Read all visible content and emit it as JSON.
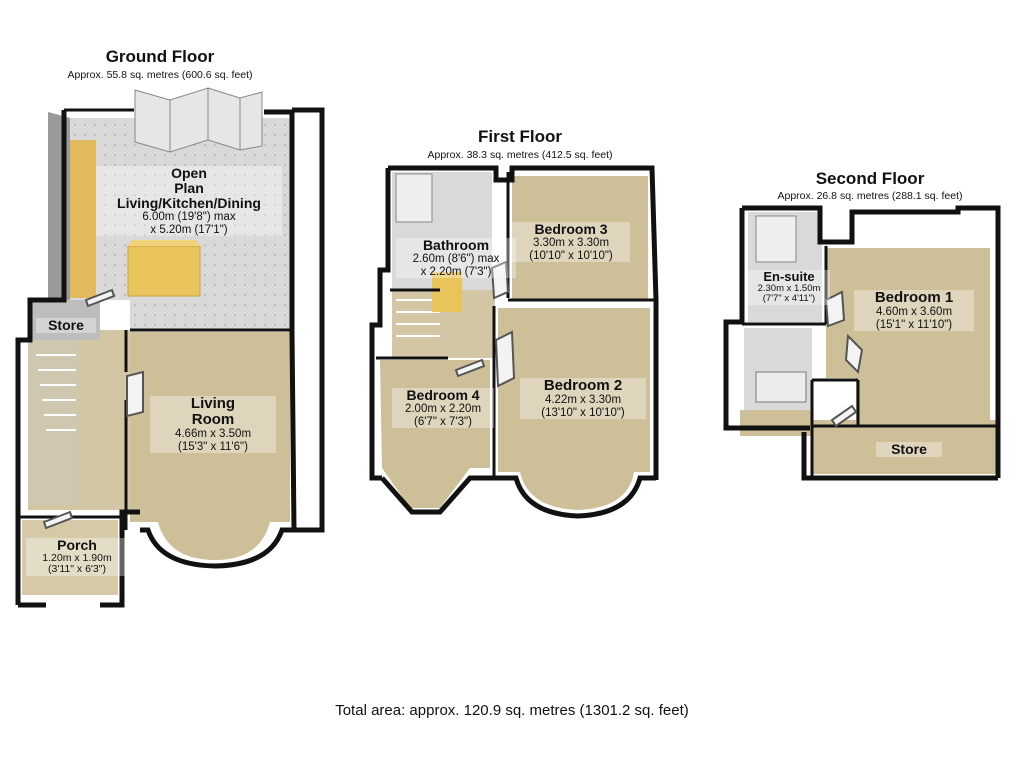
{
  "floors": {
    "ground": {
      "title": "Ground Floor",
      "area": "Approx. 55.8 sq. metres (600.6 sq. feet)",
      "rooms": {
        "open_plan": {
          "name_1": "Open",
          "name_2": "Plan",
          "name_3": "Living/Kitchen/Dining",
          "metric_1": "6.00m (19'8\") max",
          "metric_2": "x 5.20m (17'1\")"
        },
        "store": {
          "name": "Store"
        },
        "living": {
          "name_1": "Living",
          "name_2": "Room",
          "metric": "4.66m x 3.50m",
          "imperial": "(15'3\" x 11'6\")"
        },
        "porch": {
          "name": "Porch",
          "metric": "1.20m x 1.90m",
          "imperial": "(3'11\" x 6'3\")"
        }
      }
    },
    "first": {
      "title": "First Floor",
      "area": "Approx. 38.3 sq. metres (412.5 sq. feet)",
      "rooms": {
        "bathroom": {
          "name": "Bathroom",
          "metric_1": "2.60m (8'6\") max",
          "metric_2": "x 2.20m (7'3\")"
        },
        "bedroom3": {
          "name": "Bedroom 3",
          "metric": "3.30m x 3.30m",
          "imperial": "(10'10\" x 10'10\")"
        },
        "bedroom4": {
          "name": "Bedroom 4",
          "metric": "2.00m x 2.20m",
          "imperial": "(6'7\" x 7'3\")"
        },
        "bedroom2": {
          "name": "Bedroom 2",
          "metric": "4.22m x 3.30m",
          "imperial": "(13'10\" x 10'10\")"
        }
      }
    },
    "second": {
      "title": "Second Floor",
      "area": "Approx. 26.8 sq. metres (288.1 sq. feet)",
      "rooms": {
        "ensuite": {
          "name": "En-suite",
          "metric": "2.30m x 1.50m",
          "imperial": "(7'7\" x 4'11\")"
        },
        "bedroom1": {
          "name": "Bedroom 1",
          "metric": "4.60m x 3.60m",
          "imperial": "(15'1\" x 11'10\")"
        },
        "store": {
          "name": "Store"
        }
      }
    }
  },
  "total": "Total area: approx. 120.9 sq. metres (1301.2 sq. feet)",
  "colors": {
    "wall": "#111111",
    "floor_carpet": "#cdbf98",
    "floor_tile": "#d6d6d6",
    "worktop": "#e8c45a",
    "wall_inner": "#9a9a9a"
  }
}
